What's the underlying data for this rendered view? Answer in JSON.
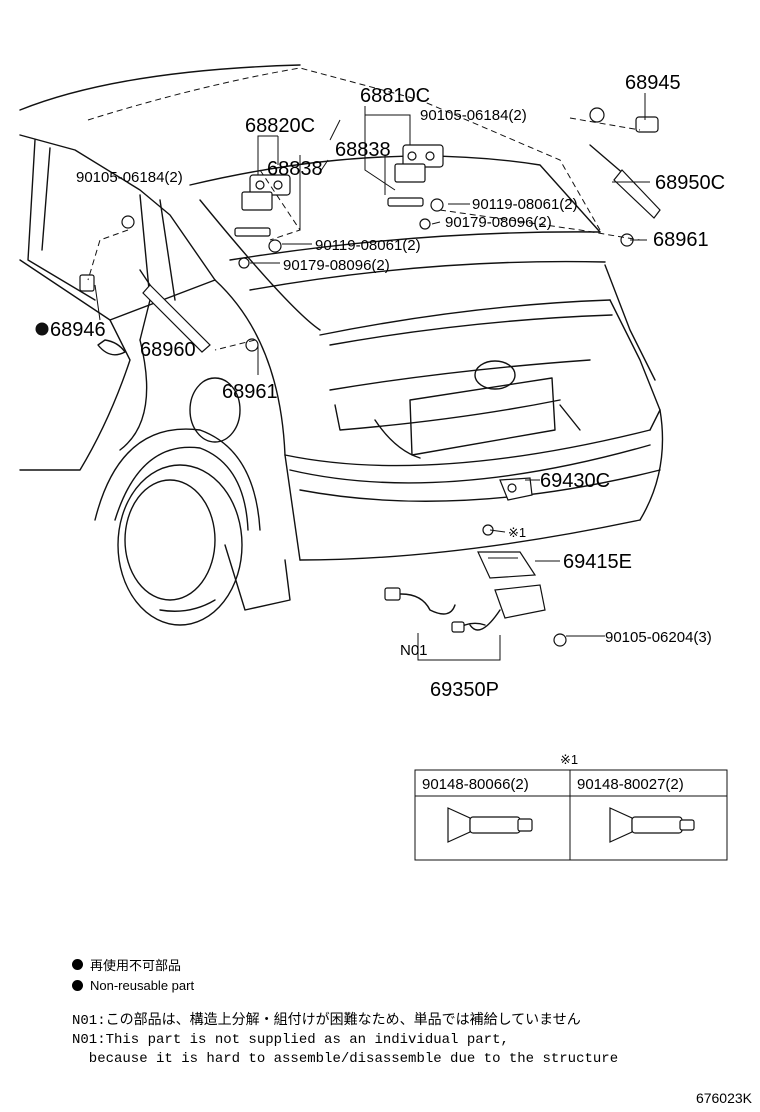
{
  "callouts": {
    "c68810C": "68810C",
    "c68820C": "68820C",
    "c68838a": "68838",
    "c68838b": "68838",
    "c68945": "68945",
    "c68950C": "68950C",
    "c68961a": "68961",
    "c68961b": "68961",
    "c68946": "68946",
    "c68960": "68960",
    "c69430C": "69430C",
    "c69415E": "69415E",
    "c69350P": "69350P",
    "cN01": "N01",
    "c90105a": "90105-06184(2)",
    "c90105b": "90105-06184(2)",
    "c90119a": "90119-08061(2)",
    "c90119b": "90119-08061(2)",
    "c90179a": "90179-08096(2)",
    "c90179b": "90179-08096(2)",
    "c90105c": "90105-06204(3)",
    "ref1": "※1"
  },
  "table": {
    "ref": "※1",
    "headers": [
      "90148-80066(2)",
      "90148-80027(2)"
    ]
  },
  "legend": {
    "jp": "再使用不可部品",
    "en": "Non-reusable part"
  },
  "notes": {
    "jp": "N01:この部品は、構造上分解・組付けが困難なため、単品では補給していません",
    "en1": "N01:This part is not supplied as an individual part,",
    "en2": "  because it is hard to assemble/disassemble due to the structure"
  },
  "drawing_code": "676023K",
  "colors": {
    "line": "#111111",
    "background": "#ffffff"
  }
}
